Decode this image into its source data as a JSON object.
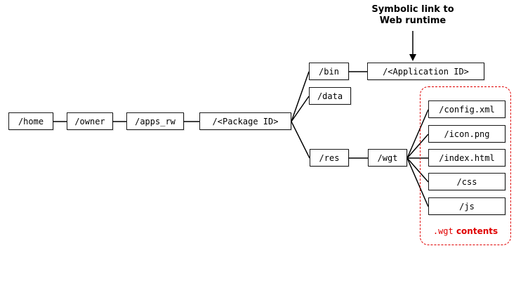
{
  "annotation": {
    "line1": "Symbolic link to",
    "line2": "Web runtime"
  },
  "nodes": {
    "home": "/home",
    "owner": "/owner",
    "apps_rw": "/apps_rw",
    "package_id": "/<Package ID>",
    "bin": "/bin",
    "data_dir": "/data",
    "application_id": "/<Application ID>",
    "res": "/res",
    "wgt": "/wgt",
    "config_xml": "/config.xml",
    "icon_png": "/icon.png",
    "index_html": "/index.html",
    "css": "/css",
    "js": "/js"
  },
  "wgt_contents": {
    "prefix": ".wgt",
    "suffix": " contents"
  },
  "colors": {
    "highlight": "#e00000",
    "line": "#000000",
    "box_border": "#1a1a1a"
  }
}
